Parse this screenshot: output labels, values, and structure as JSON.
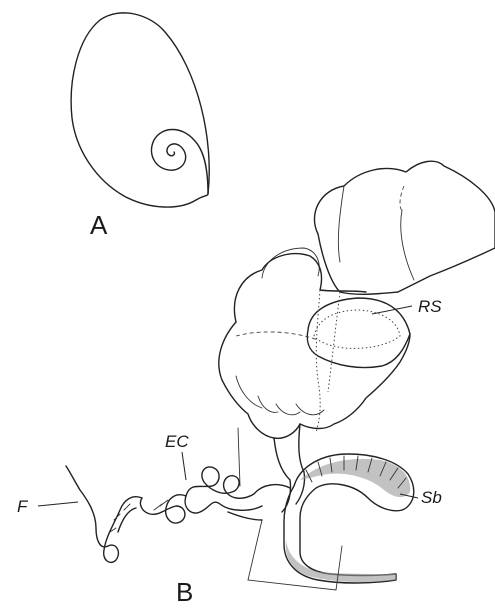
{
  "panels": {
    "a_label": "A",
    "b_label": "B"
  },
  "annotations": {
    "rs": "RS",
    "ec": "EC",
    "f": "F",
    "sb": "Sb"
  }
}
